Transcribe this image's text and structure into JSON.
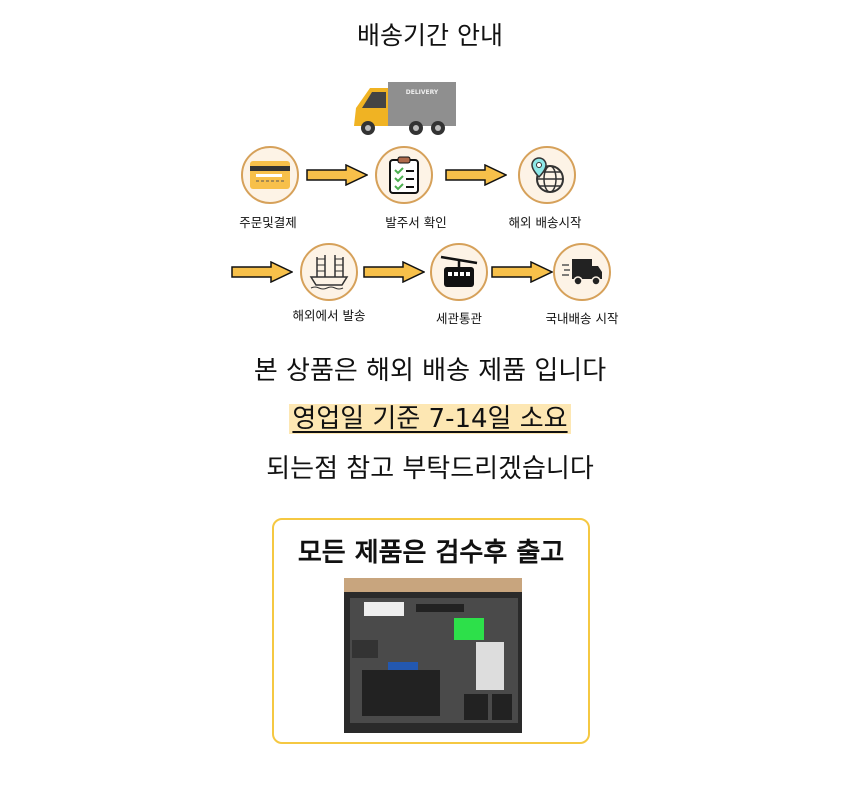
{
  "title": "배송기간 안내",
  "truck_text": "DELIVERY",
  "steps": [
    {
      "label": "주문및결제",
      "icon": "credit-card-icon"
    },
    {
      "label": "발주서 확인",
      "icon": "clipboard-checklist-icon"
    },
    {
      "label": "해외 배송시작",
      "icon": "globe-pin-icon"
    },
    {
      "label": "해외에서 발송",
      "icon": "ship-icon"
    },
    {
      "label": "세관통관",
      "icon": "cable-car-icon"
    },
    {
      "label": "국내배송 시작",
      "icon": "delivery-truck-icon"
    }
  ],
  "notice": {
    "line1": "본 상품은 해외 배송 제품 입니다",
    "line2": "영업일 기준 7-14일 소요",
    "line3": "되는점 참고 부탁드리겠습니다"
  },
  "inspection": {
    "title": "모든 제품은 검수후 출고"
  },
  "colors": {
    "accent": "#f5c842",
    "highlight": "#fde7b3",
    "circle_border": "#d6a15a"
  }
}
